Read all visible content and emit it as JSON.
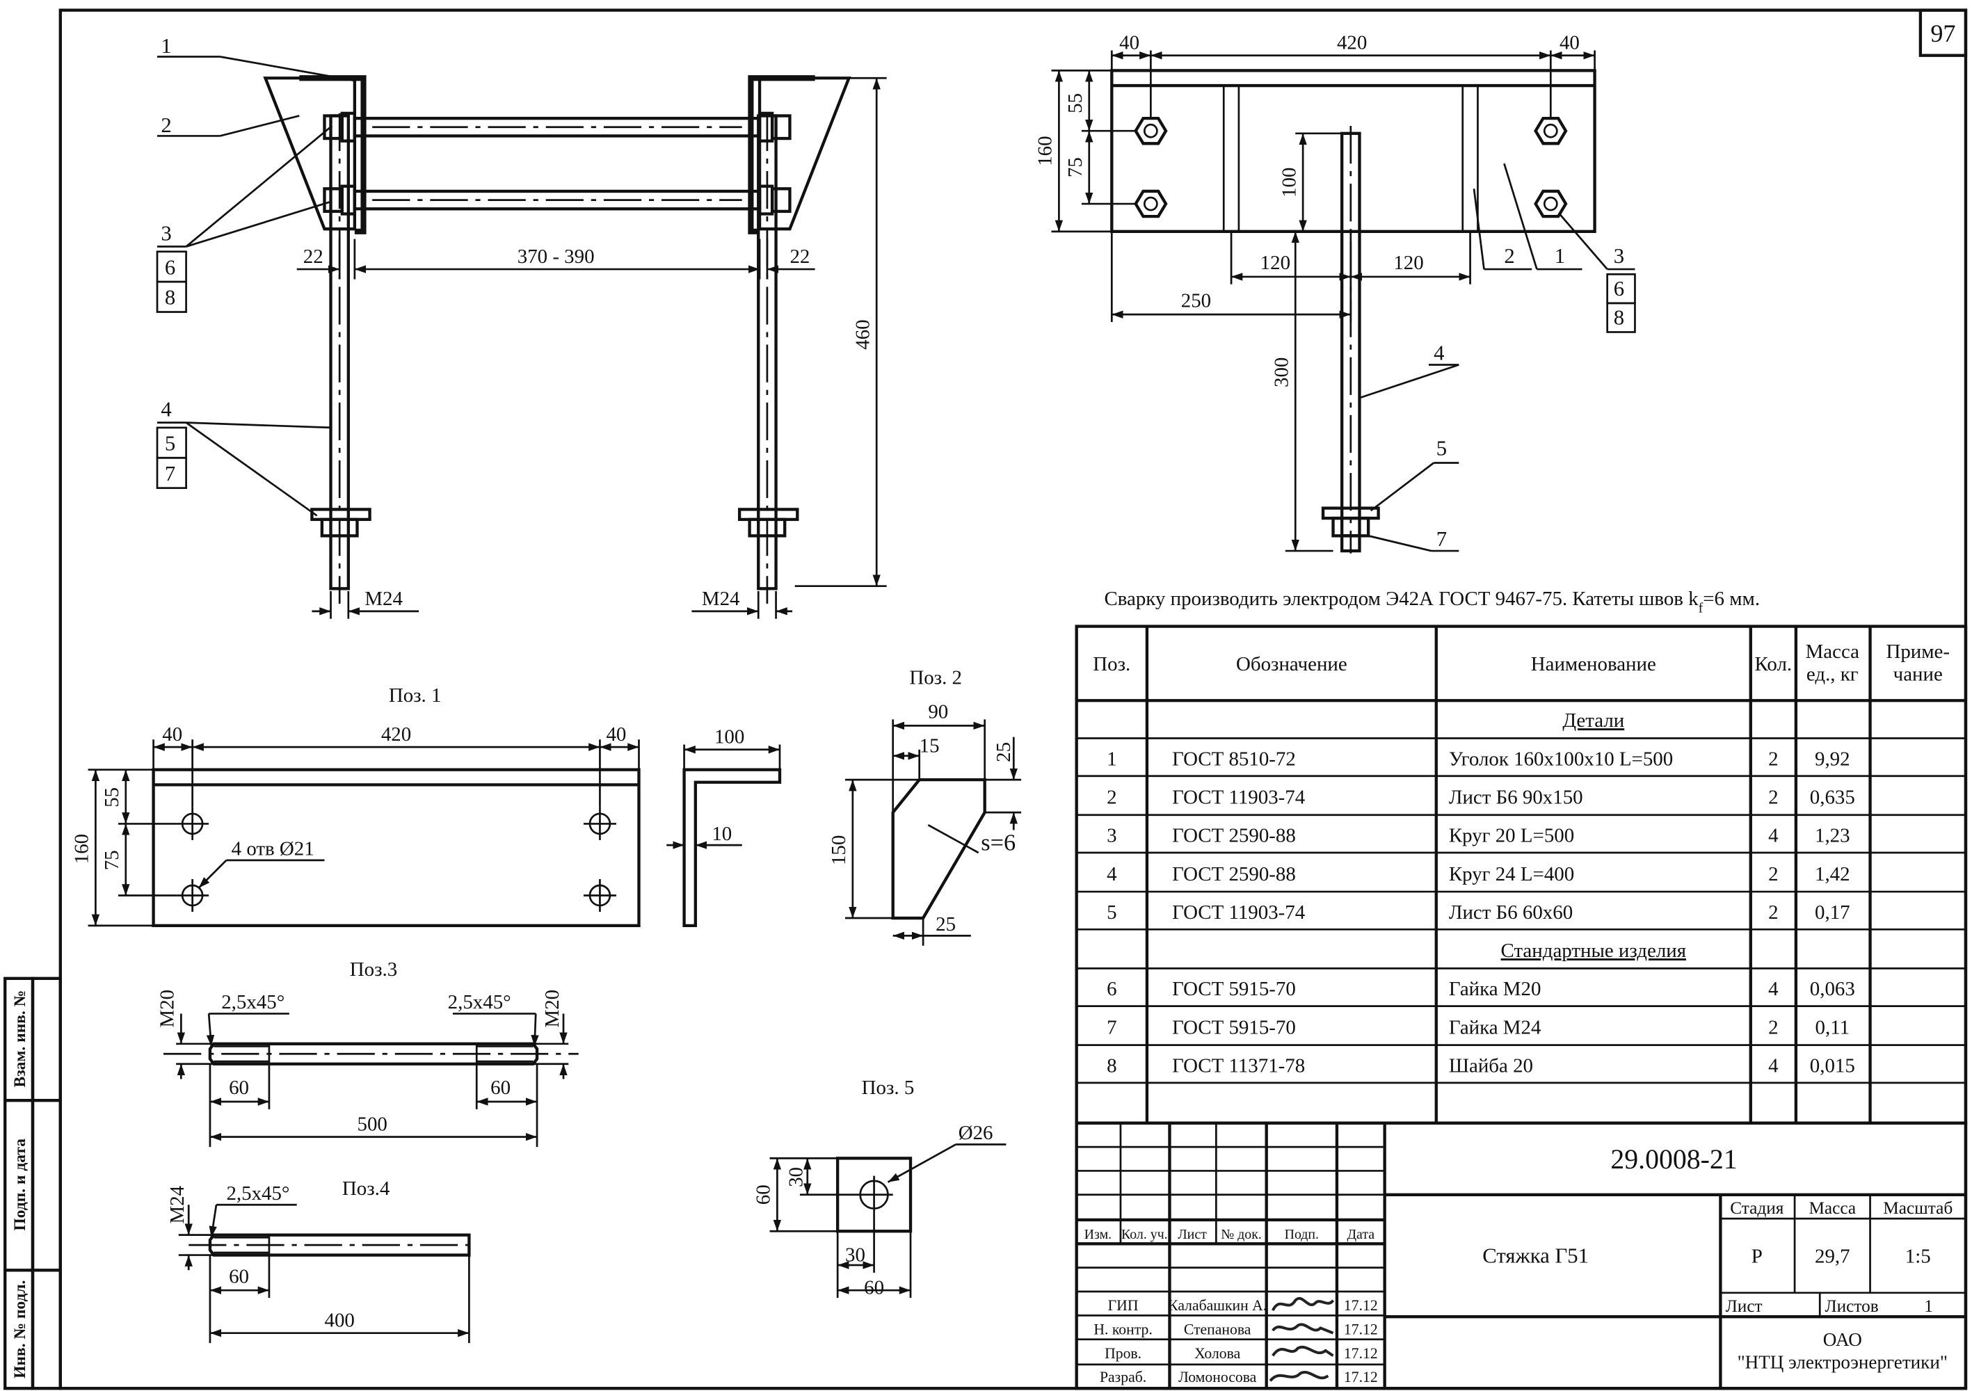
{
  "sheet_number": "97",
  "side_stamp": [
    "Взам. инв. №",
    "Подп. и дата",
    "Инв. № подл."
  ],
  "note": "Сварку производить электродом Э42А ГОСТ 9467-75. Катеты швов k",
  "note_sub": "f",
  "note_tail": "=6 мм.",
  "front_view": {
    "callouts": [
      "1",
      "2",
      "3",
      "6",
      "8",
      "4",
      "5",
      "7"
    ],
    "dim_22_left": "22",
    "dim_span": "370 - 390",
    "dim_22_right": "22",
    "dim_height": "460",
    "thread_left": "M24",
    "thread_right": "M24"
  },
  "top_view": {
    "dim_40_left": "40",
    "dim_420": "420",
    "dim_40_right": "40",
    "dim_160": "160",
    "dim_55": "55",
    "dim_75": "75",
    "dim_100": "100",
    "dim_120_a": "120",
    "dim_120_b": "120",
    "dim_250": "250",
    "dim_300": "300",
    "callouts": [
      "2",
      "1",
      "3",
      "6",
      "8",
      "4",
      "5",
      "7"
    ]
  },
  "pos1": {
    "title": "Поз. 1",
    "dim_40_left": "40",
    "dim_420": "420",
    "dim_40_right": "40",
    "dim_160": "160",
    "dim_55": "55",
    "dim_75": "75",
    "holes": "4 отв Ø21",
    "dim_100": "100",
    "dim_10": "10"
  },
  "pos2": {
    "title": "Поз. 2",
    "dim_90": "90",
    "dim_15": "15",
    "dim_25_top": "25",
    "dim_150": "150",
    "thickness": "s=6",
    "dim_25_bottom": "25"
  },
  "pos3": {
    "title": "Поз.3",
    "thread_left": "M20",
    "thread_right": "M20",
    "chamfer_left": "2,5x45°",
    "chamfer_right": "2,5x45°",
    "dim_60_left": "60",
    "dim_60_right": "60",
    "dim_500": "500"
  },
  "pos4": {
    "title": "Поз.4",
    "thread": "M24",
    "chamfer": "2,5x45°",
    "dim_60": "60",
    "dim_400": "400"
  },
  "pos5": {
    "title": "Поз. 5",
    "hole": "Ø26",
    "dim_60_left": "60",
    "dim_30_left": "30",
    "dim_30_bottom": "30",
    "dim_60_bottom": "60"
  },
  "spec": {
    "headers": [
      "Поз.",
      "Обозначение",
      "Наименование",
      "Кол.",
      "Масса ед., кг",
      "Приме- чание"
    ],
    "rows": [
      {
        "pos": "",
        "doc": "",
        "name": "Детали",
        "qty": "",
        "mass": "",
        "section": true
      },
      {
        "pos": "1",
        "doc": "ГОСТ 8510-72",
        "name": "Уголок 160х100х10    L=500",
        "qty": "2",
        "mass": "9,92"
      },
      {
        "pos": "2",
        "doc": "ГОСТ 11903-74",
        "name": "Лист Б6    90х150",
        "qty": "2",
        "mass": "0,635"
      },
      {
        "pos": "3",
        "doc": "ГОСТ 2590-88",
        "name": "Круг 20    L=500",
        "qty": "4",
        "mass": "1,23"
      },
      {
        "pos": "4",
        "doc": "ГОСТ 2590-88",
        "name": "Круг 24    L=400",
        "qty": "2",
        "mass": "1,42"
      },
      {
        "pos": "5",
        "doc": "ГОСТ 11903-74",
        "name": "Лист Б6    60х60",
        "qty": "2",
        "mass": "0,17"
      },
      {
        "pos": "",
        "doc": "",
        "name": "Стандартные изделия",
        "qty": "",
        "mass": "",
        "section": true
      },
      {
        "pos": "6",
        "doc": "ГОСТ 5915-70",
        "name": "Гайка М20",
        "qty": "4",
        "mass": "0,063"
      },
      {
        "pos": "7",
        "doc": "ГОСТ 5915-70",
        "name": "Гайка М24",
        "qty": "2",
        "mass": "0,11"
      },
      {
        "pos": "8",
        "doc": "ГОСТ 11371-78",
        "name": "Шайба 20",
        "qty": "4",
        "mass": "0,015"
      },
      {
        "pos": "",
        "doc": "",
        "name": "",
        "qty": "",
        "mass": ""
      }
    ]
  },
  "titleblock": {
    "code": "29.0008-21",
    "product": "Стяжка Г51",
    "rev_headers": [
      "Изм.",
      "Кол. уч.",
      "Лист",
      "№ док.",
      "Подп.",
      "Дата"
    ],
    "stage_label": "Стадия",
    "mass_label": "Масса",
    "scale_label": "Масштаб",
    "stage": "Р",
    "mass": "29,7",
    "scale": "1:5",
    "sheet_label": "Лист",
    "sheets_label": "Листов",
    "sheets": "1",
    "org_line1": "ОАО",
    "org_line2": "\"НТЦ электроэнергетики\"",
    "people": [
      {
        "role": "ГИП",
        "name": "Калабашкин А.",
        "date": "17.12"
      },
      {
        "role": "Н. контр.",
        "name": "Степанова",
        "date": "17.12"
      },
      {
        "role": "Пров.",
        "name": "Холова",
        "date": "17.12"
      },
      {
        "role": "Разраб.",
        "name": "Ломоносова",
        "date": "17.12"
      }
    ]
  }
}
